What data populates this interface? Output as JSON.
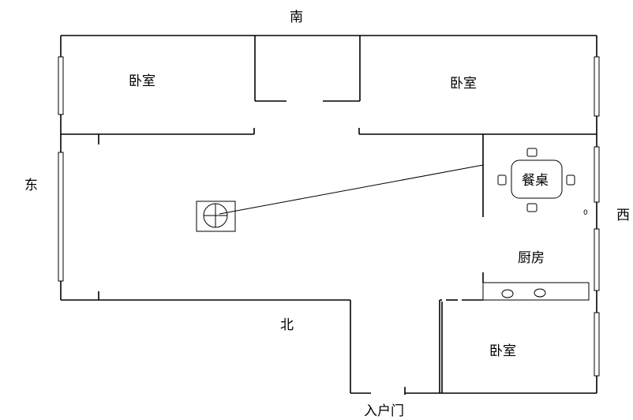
{
  "directions": {
    "south": "南",
    "north": "北",
    "east": "东",
    "west": "西"
  },
  "rooms": {
    "bedroom_top_left": "卧室",
    "bedroom_top_right": "卧室",
    "bedroom_bottom_right": "卧室",
    "kitchen": "厨房",
    "dining_table": "餐桌"
  },
  "entrance": "入户门",
  "small_mark": "0"
}
